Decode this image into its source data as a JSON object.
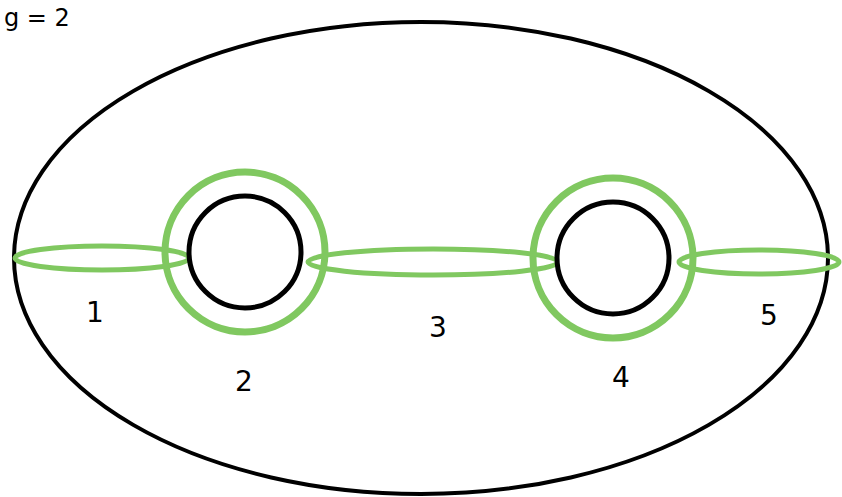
{
  "diagram": {
    "labels": [
      "g = 2",
      "1",
      "2",
      "3",
      "4",
      "5"
    ]
  }
}
